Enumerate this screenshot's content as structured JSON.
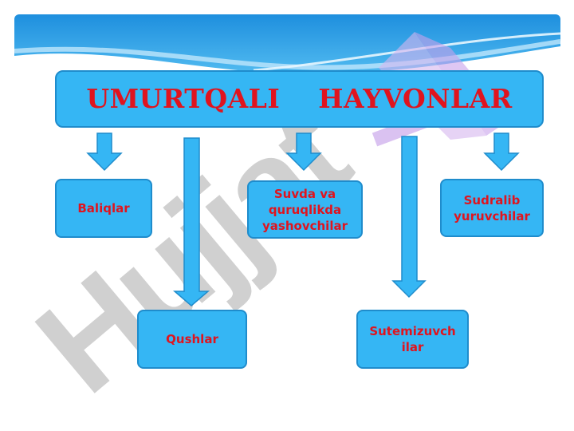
{
  "title": "UMURTQALI    HAYVONLAR",
  "watermark_text": "Hujjat",
  "nodes": {
    "baliqlar": "Baliqlar",
    "qushlar": "Qushlar",
    "suvda": "Suvda va quruqlikda yashovchilar",
    "sutemizuvchilar": "Sutemizuvch ilar",
    "sudralib": "Sudralib yuruvchilar"
  },
  "colors": {
    "box_fill": "#35b6f4",
    "box_border": "#1f8ccc",
    "text": "#e0141e",
    "header_blue": "#3aa8e8"
  }
}
